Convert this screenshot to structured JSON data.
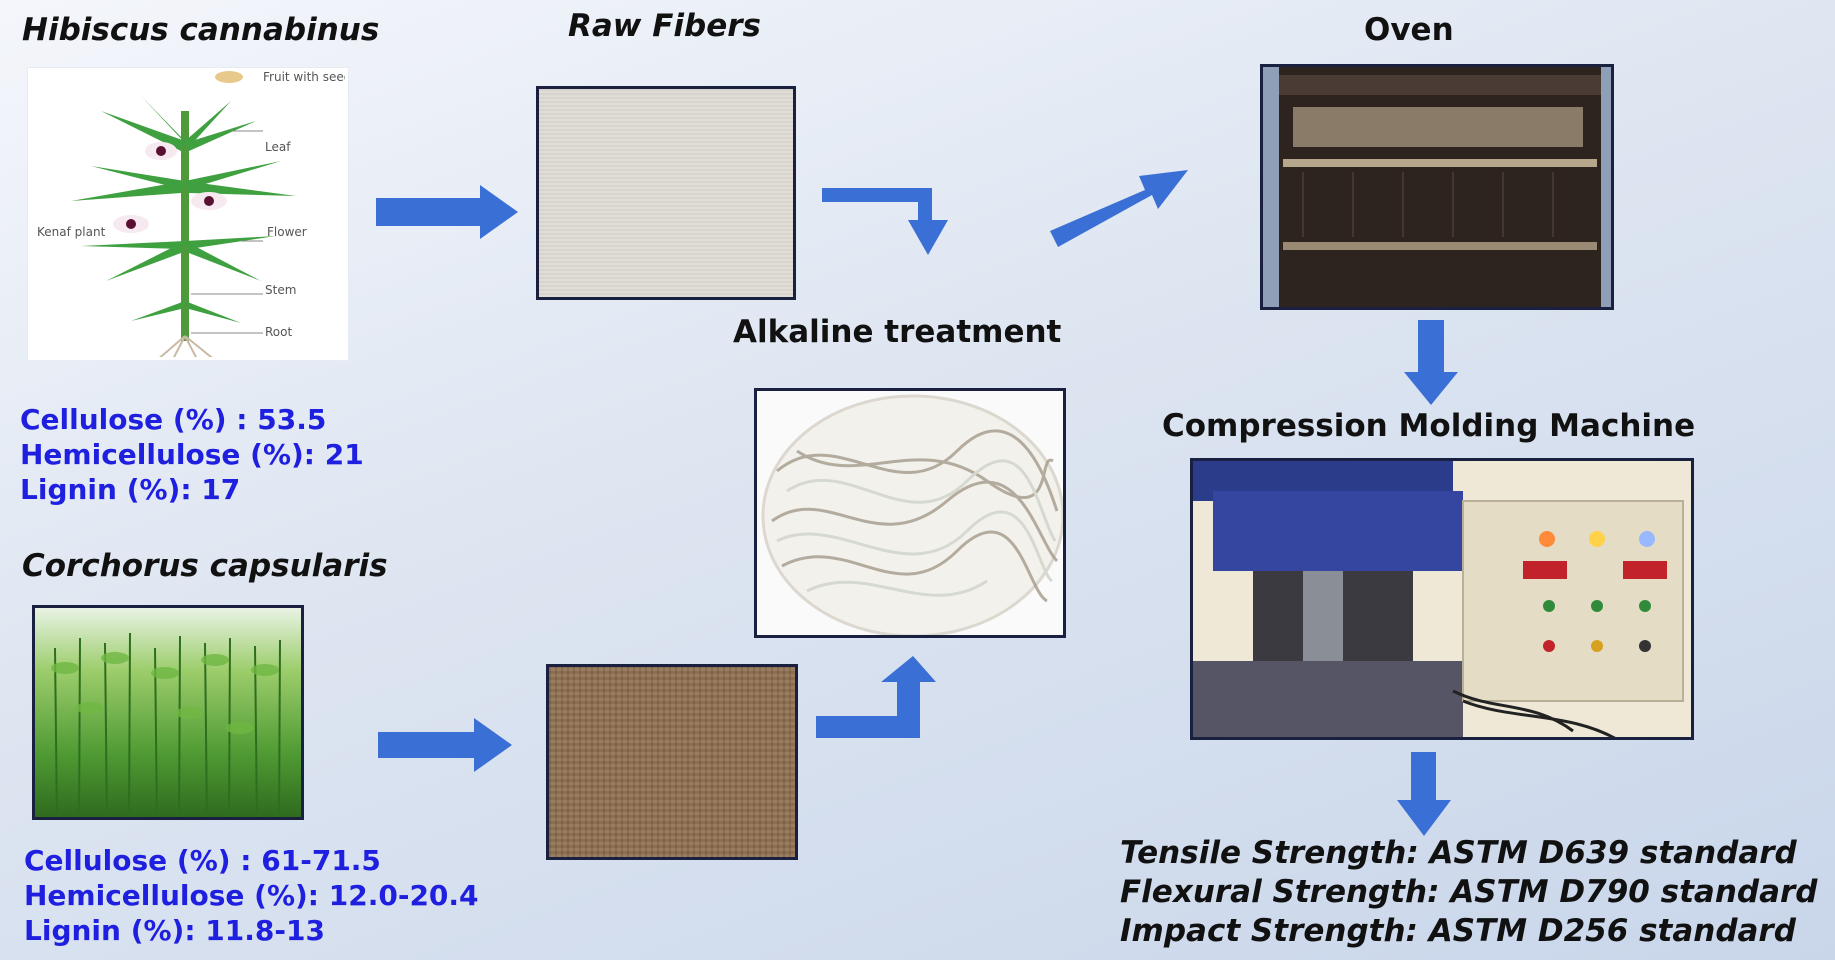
{
  "labels": {
    "hibiscus": "Hibiscus cannabinus",
    "raw_fibers": "Raw Fibers",
    "oven": "Oven",
    "alkaline": "Alkaline treatment",
    "compression": "Compression Molding Machine",
    "corchorus": "Corchorus capsularis"
  },
  "plant_diagram": {
    "fruit": "Fruit with seed",
    "leaf": "Leaf",
    "kenaf": "Kenaf plant",
    "flower": "Flower",
    "stem": "Stem",
    "root": "Root"
  },
  "kenaf_composition": [
    "Cellulose (%) : 53.5",
    "Hemicellulose (%): 21",
    "Lignin (%): 17"
  ],
  "jute_composition": [
    "Cellulose (%) : 61-71.5",
    "Hemicellulose (%): 12.0-20.4",
    "Lignin (%): 11.8-13"
  ],
  "tests": [
    "Tensile Strength: ASTM D639 standard",
    "Flexural Strength: ASTM D790 standard",
    "Impact Strength: ASTM D256 standard"
  ],
  "colors": {
    "arrow": "#3a6fd6",
    "composition_text": "#1f1fe0",
    "frame": "#1a2140"
  }
}
